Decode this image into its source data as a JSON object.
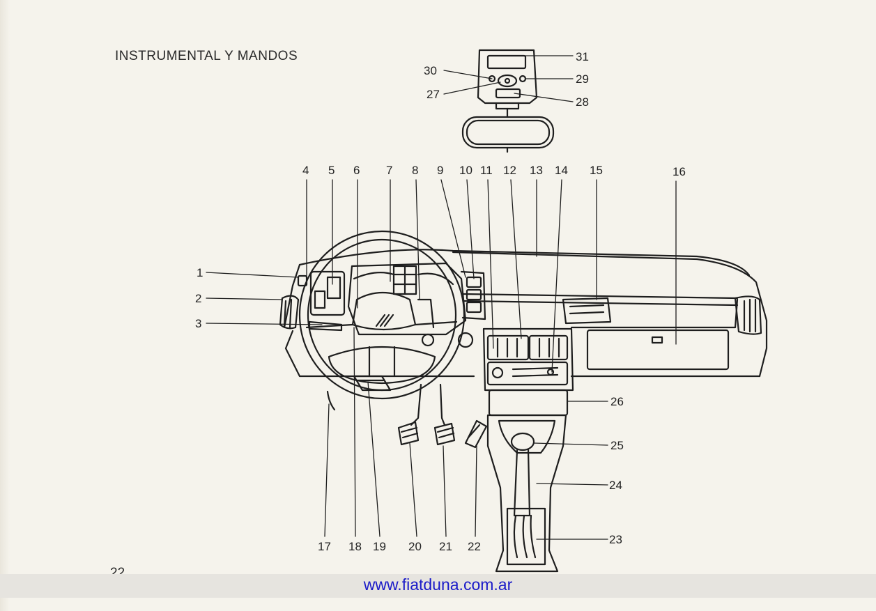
{
  "title": "INSTRUMENTAL Y MANDOS",
  "page_number": "22",
  "footer_url": "www.fiatduna.com.ar",
  "callouts": {
    "n1": "1",
    "n2": "2",
    "n3": "3",
    "n4": "4",
    "n5": "5",
    "n6": "6",
    "n7": "7",
    "n8": "8",
    "n9": "9",
    "n10": "10",
    "n11": "11",
    "n12": "12",
    "n13": "13",
    "n14": "14",
    "n15": "15",
    "n16": "16",
    "n17": "17",
    "n18": "18",
    "n19": "19",
    "n20": "20",
    "n21": "21",
    "n22": "22",
    "n23": "23",
    "n24": "24",
    "n25": "25",
    "n26": "26",
    "n27": "27",
    "n28": "28",
    "n29": "29",
    "n30": "30",
    "n31": "31"
  }
}
